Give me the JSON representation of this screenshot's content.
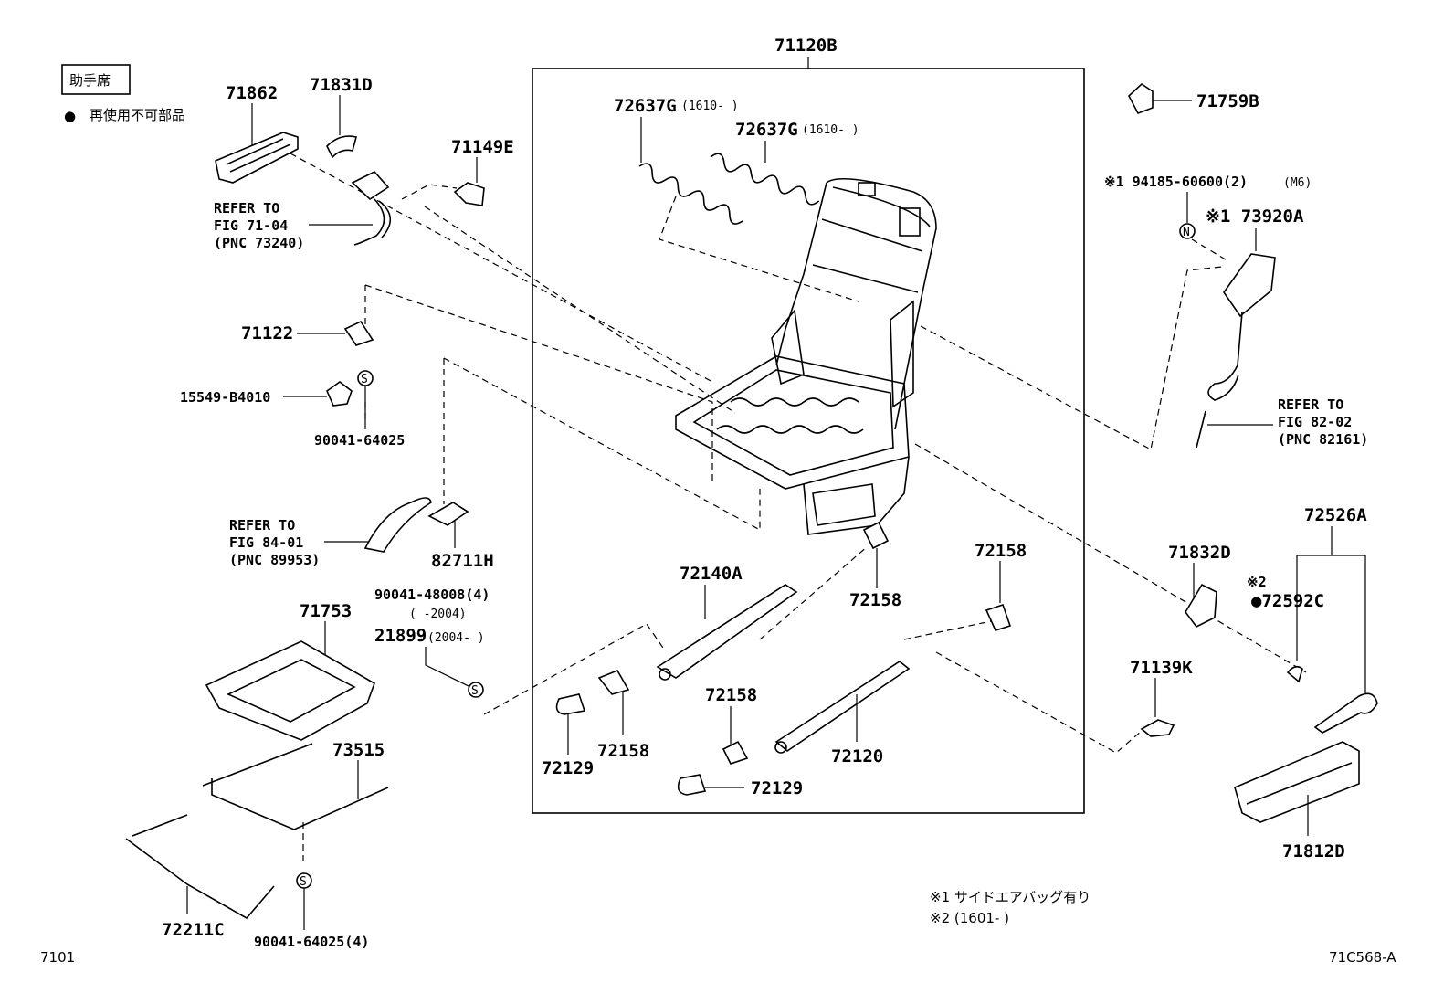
{
  "box_label": "助手席",
  "legend": {
    "bullet": "●",
    "non_reusable": "再使用不可部品"
  },
  "notes": {
    "n1": "※1 サイドエアバッグ有り",
    "n2": "※2 (1601-     )"
  },
  "footer": {
    "left": "7101",
    "right": "71C568-A"
  },
  "labels": {
    "p71120B": "71120B",
    "p72637G_a": "72637G",
    "p72637G_a_range": "(1610-     )",
    "p72637G_b": "72637G",
    "p72637G_b_range": "(1610-     )",
    "p71862": "71862",
    "p71831D": "71831D",
    "p71149E": "71149E",
    "ref1_a": "REFER TO",
    "ref1_b": "FIG 71-04",
    "ref1_c": "(PNC 73240)",
    "p71122": "71122",
    "p15549": "15549-B4010",
    "p90041_64025": "90041-64025",
    "ref2_a": "REFER TO",
    "ref2_b": "FIG 84-01",
    "ref2_c": "(PNC 89953)",
    "p82711H": "82711H",
    "p90041_48008": "90041-48008(4)",
    "p90041_48008_range": "(     -2004)",
    "p21899": "21899",
    "p21899_range": "(2004-     )",
    "p71753": "71753",
    "p73515": "73515",
    "p72211C": "72211C",
    "p90041_64025_4": "90041-64025(4)",
    "p72140A": "72140A",
    "p72158_a": "72158",
    "p72158_b": "72158",
    "p72158_c": "72158",
    "p72158_d": "72158",
    "p72129_a": "72129",
    "p72129_b": "72129",
    "p72120": "72120",
    "p71759B": "71759B",
    "p94185": "※1 94185-60600(2)",
    "p94185_m6": "(M6)",
    "p73920A": "※1 73920A",
    "ref3_a": "REFER TO",
    "ref3_b": "FIG 82-02",
    "ref3_c": "(PNC 82161)",
    "p72526A": "72526A",
    "p71832D": "71832D",
    "p72592C_mark": "※2",
    "p72592C": "●72592C",
    "p71139K": "71139K",
    "p71812D": "71812D",
    "sym_s": "S",
    "sym_n": "N"
  }
}
